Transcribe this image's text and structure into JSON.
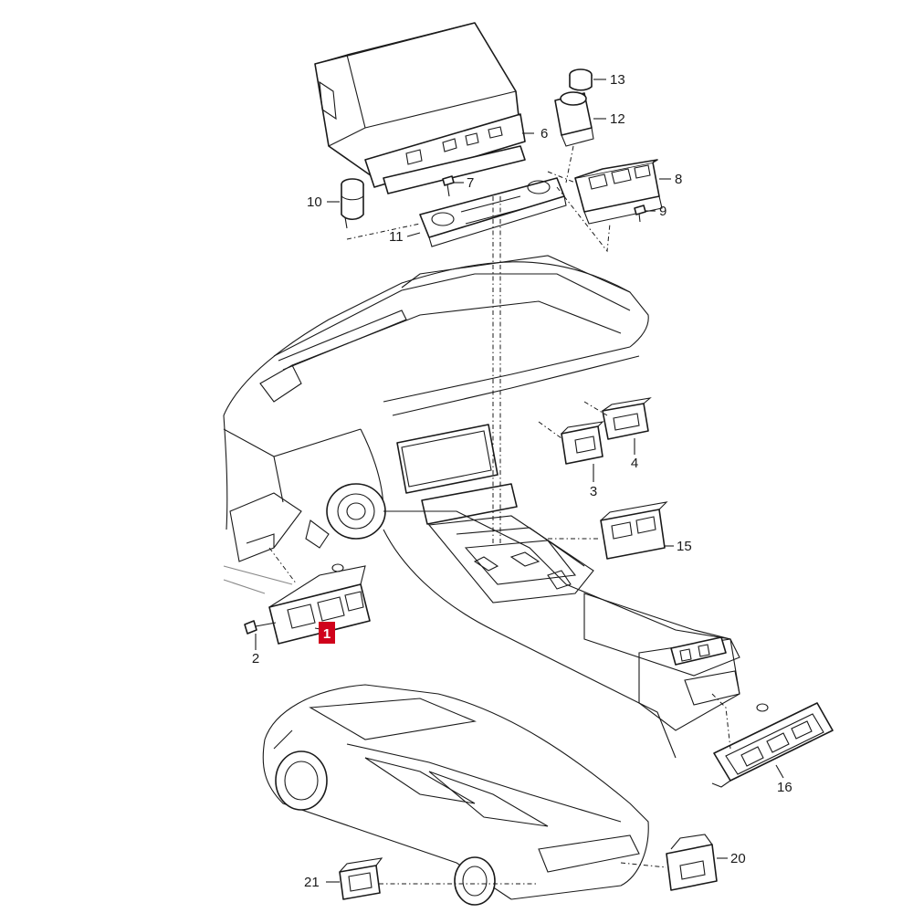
{
  "diagram": {
    "highlight_color": "#d0021b",
    "line_color": "#1a1a1a",
    "callouts": [
      {
        "id": "callout-1",
        "label": "1",
        "highlighted": true
      },
      {
        "id": "callout-2",
        "label": "2"
      },
      {
        "id": "callout-3",
        "label": "3"
      },
      {
        "id": "callout-4",
        "label": "4"
      },
      {
        "id": "callout-6",
        "label": "6"
      },
      {
        "id": "callout-7",
        "label": "7"
      },
      {
        "id": "callout-8",
        "label": "8"
      },
      {
        "id": "callout-9",
        "label": "9"
      },
      {
        "id": "callout-10",
        "label": "10"
      },
      {
        "id": "callout-11",
        "label": "11"
      },
      {
        "id": "callout-12",
        "label": "12"
      },
      {
        "id": "callout-13",
        "label": "13"
      },
      {
        "id": "callout-15",
        "label": "15"
      },
      {
        "id": "callout-16",
        "label": "16"
      },
      {
        "id": "callout-20",
        "label": "20"
      },
      {
        "id": "callout-21",
        "label": "21"
      }
    ]
  }
}
